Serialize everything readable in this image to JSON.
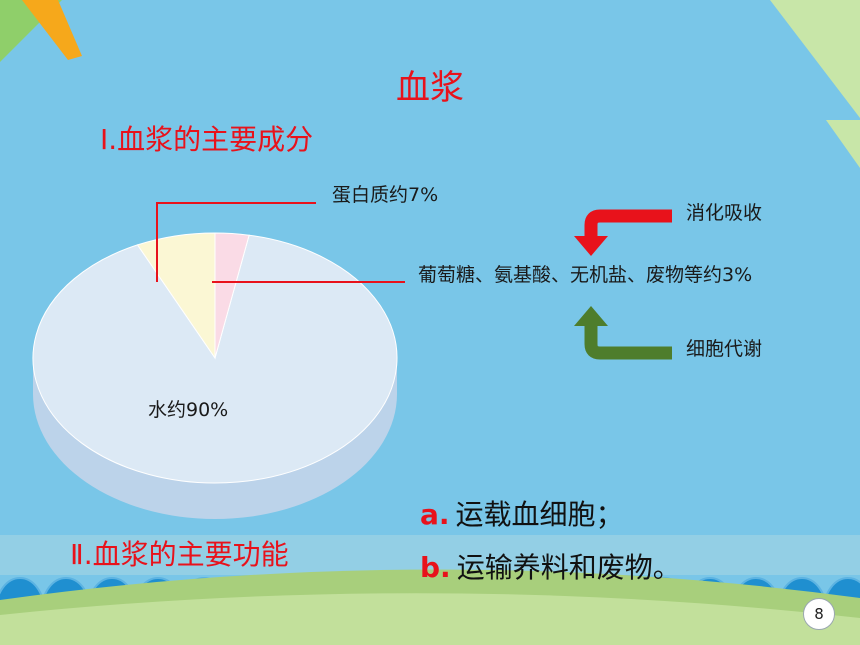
{
  "title": "血浆",
  "section1": {
    "heading": "Ⅰ.血浆的主要成分"
  },
  "pie": {
    "slices": [
      {
        "label": "水约90%",
        "value": 90,
        "color": "#dce9f5"
      },
      {
        "label": "蛋白质约7%",
        "value": 7,
        "color": "#fbf7d4"
      },
      {
        "label": "葡萄糖、氨基酸、无机盐、废物等约3%",
        "value": 3,
        "color": "#fadbe6"
      }
    ]
  },
  "arrows": {
    "digest": {
      "label": "消化吸收",
      "color": "#e8121b"
    },
    "metabolism": {
      "label": "细胞代谢",
      "color": "#4e7d2c"
    }
  },
  "section2": {
    "heading": "Ⅱ.血浆的主要功能",
    "items": [
      {
        "letter": "a.",
        "text": "运载血细胞；"
      },
      {
        "letter": "b.",
        "text": "运输养料和废物。"
      }
    ]
  },
  "page_number": "8",
  "colors": {
    "accent": "#e8121b",
    "background": "#79c6e8",
    "wave": "#1f8fd0"
  }
}
